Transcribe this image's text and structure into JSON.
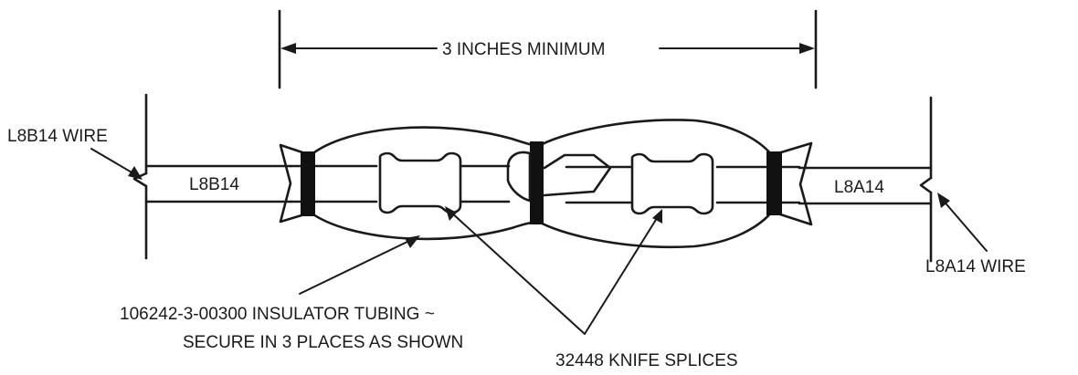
{
  "labels": {
    "dimension": "3 INCHES MINIMUM",
    "left_wire": "L8B14 WIRE",
    "left_conductor": "L8B14",
    "right_conductor": "L8A14",
    "right_wire": "L8A14 WIRE",
    "tubing_line1": "106242-3-00300 INSULATOR TUBING ~",
    "tubing_line2": "SECURE IN 3 PLACES AS SHOWN",
    "splices": "32448 KNIFE SPLICES"
  }
}
